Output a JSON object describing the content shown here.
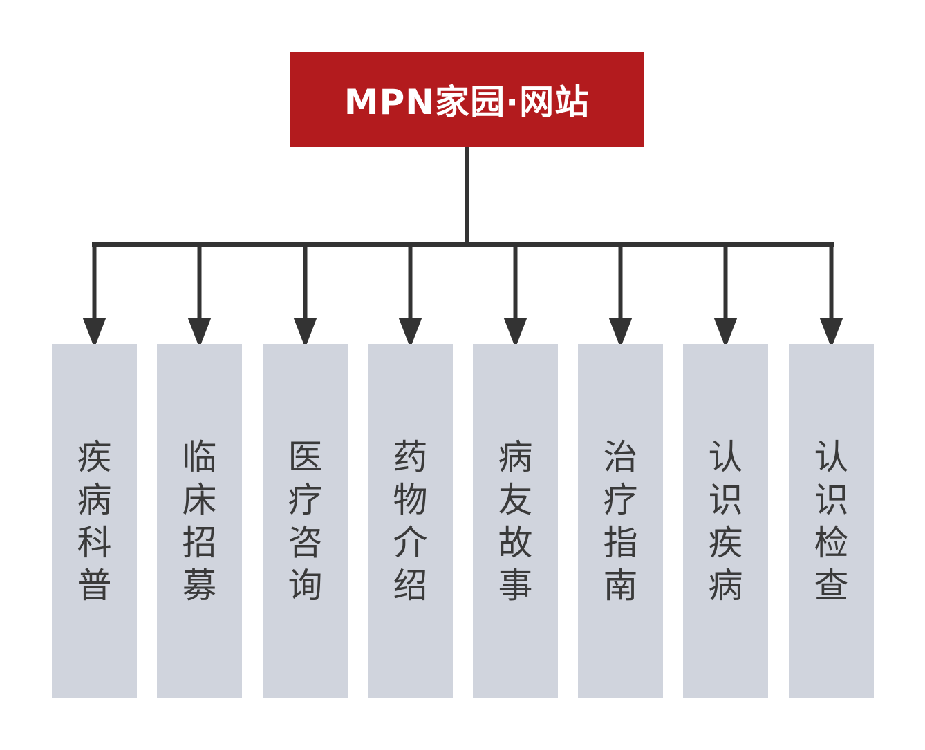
{
  "root": {
    "label": "MPN家园·网站"
  },
  "children": [
    {
      "label": "疾病科普"
    },
    {
      "label": "临床招募"
    },
    {
      "label": "医疗咨询"
    },
    {
      "label": "药物介绍"
    },
    {
      "label": "病友故事"
    },
    {
      "label": "治疗指南"
    },
    {
      "label": "认识疾病"
    },
    {
      "label": "认识检查"
    }
  ],
  "colors": {
    "root_fill": "#b31b1e",
    "root_text": "#ffffff",
    "child_fill": "#d0d4dd",
    "child_text": "#3a3a3a",
    "connector": "#333333"
  }
}
